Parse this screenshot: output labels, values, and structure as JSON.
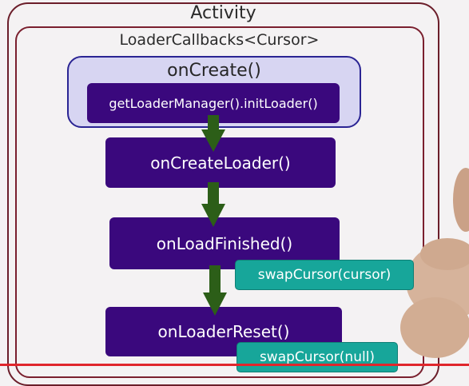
{
  "diagram": {
    "activity_label": "Activity",
    "loader_callbacks_label": "LoaderCallbacks<Cursor>",
    "on_create_label": "onCreate()",
    "init_loader_label": "getLoaderManager().initLoader()",
    "on_create_loader_label": "onCreateLoader()",
    "on_load_finished_label": "onLoadFinished()",
    "on_loader_reset_label": "onLoaderReset()",
    "swap_cursor_label": "swapCursor(cursor)",
    "swap_cursor_null_label": "swapCursor(null)"
  },
  "colors": {
    "purple_box": "#3a087d",
    "teal_box": "#17a69a",
    "arrow_green": "#2c5e18",
    "frame": "#6b1e2a",
    "red_line": "#e0262c"
  }
}
